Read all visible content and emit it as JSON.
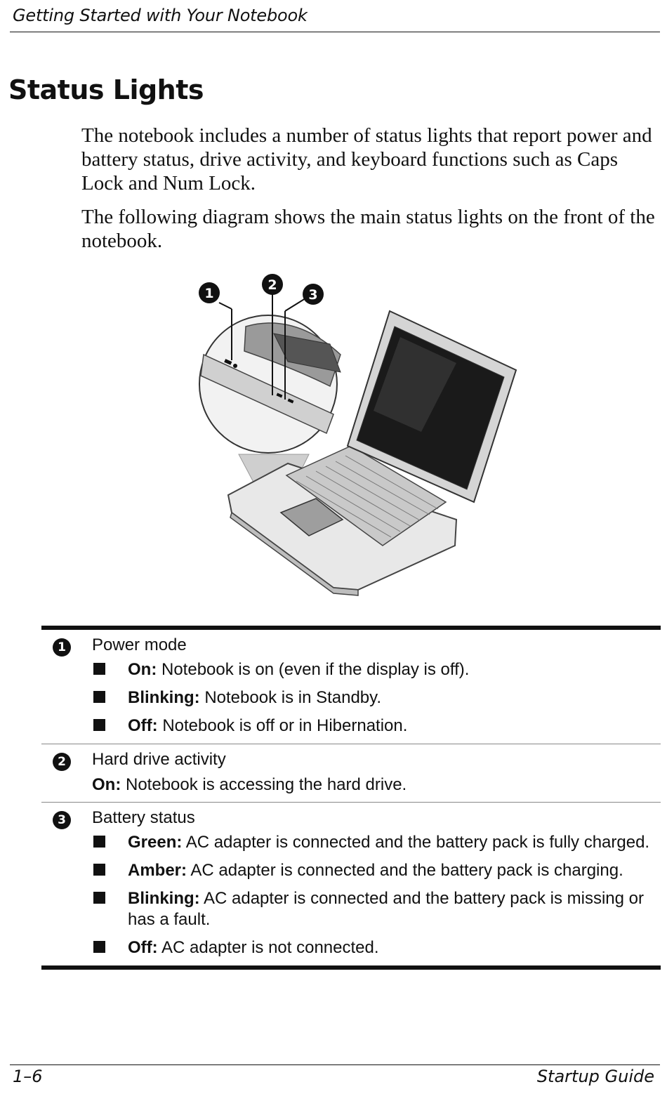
{
  "header": {
    "running_title": "Getting Started with Your Notebook"
  },
  "section": {
    "title": "Status Lights",
    "paragraphs": [
      "The notebook includes a number of status lights that report power and battery status, drive activity, and keyboard functions such as Caps Lock and Num Lock.",
      "The following diagram shows the main status lights on the front of the notebook."
    ]
  },
  "figure": {
    "callouts": [
      "1",
      "2",
      "3"
    ]
  },
  "callouts": [
    {
      "number": "1",
      "title": "Power mode",
      "items": [
        {
          "term": "On:",
          "text": " Notebook is on (even if the display is off)."
        },
        {
          "term": "Blinking:",
          "text": " Notebook is in Standby."
        },
        {
          "term": "Off:",
          "text": " Notebook is off or in Hibernation."
        }
      ]
    },
    {
      "number": "2",
      "title": "Hard drive activity",
      "body_term": "On:",
      "body_text": " Notebook is accessing the hard drive."
    },
    {
      "number": "3",
      "title": "Battery status",
      "items": [
        {
          "term": "Green:",
          "text": " AC adapter is connected and the battery pack is fully charged."
        },
        {
          "term": "Amber:",
          "text": " AC adapter is connected and the battery pack is charging."
        },
        {
          "term": "Blinking:",
          "text": " AC adapter is connected and the battery pack is missing or has a fault."
        },
        {
          "term": "Off:",
          "text": " AC adapter is not connected."
        }
      ]
    }
  ],
  "footer": {
    "page_number": "1–6",
    "guide_title": "Startup Guide"
  }
}
